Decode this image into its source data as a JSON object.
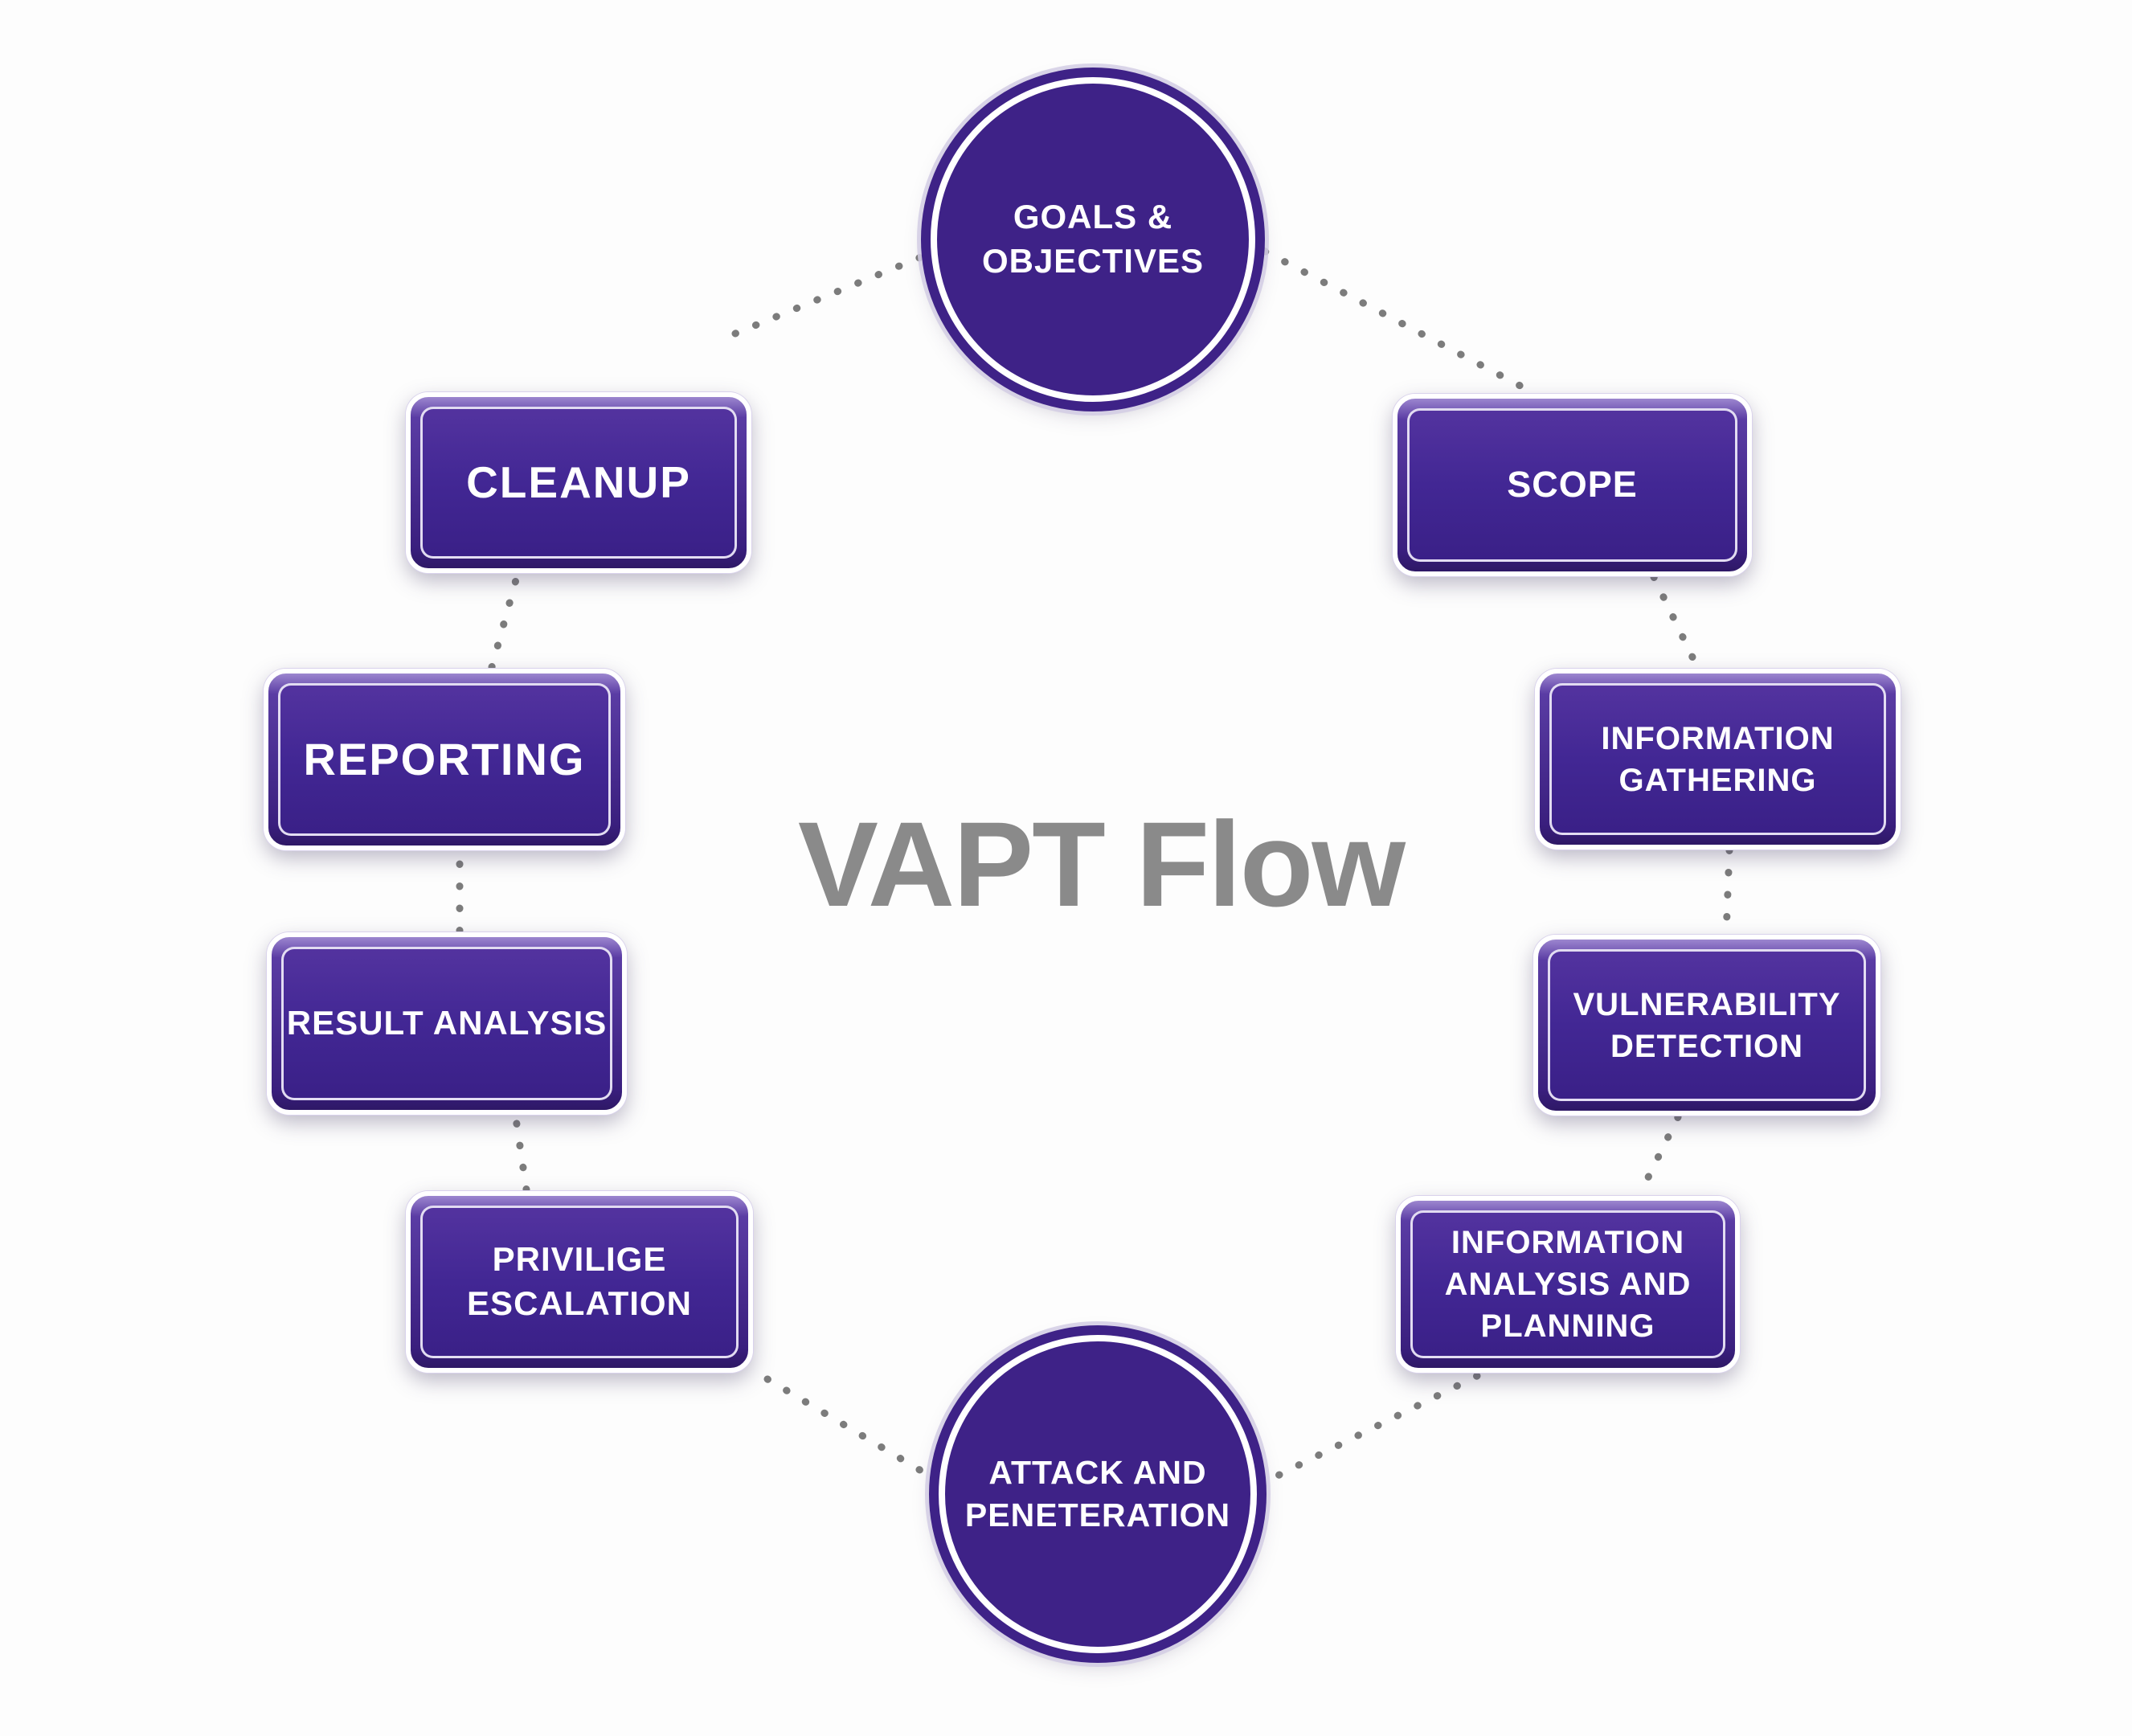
{
  "title": "VAPT Flow",
  "nodes": [
    {
      "id": "goals-objectives",
      "label": "GOALS & OBJECTIVES",
      "shape": "circle"
    },
    {
      "id": "scope",
      "label": "SCOPE",
      "shape": "rect"
    },
    {
      "id": "information-gathering",
      "label": "INFORMATION GATHERING",
      "shape": "rect"
    },
    {
      "id": "vulnerability-detection",
      "label": "VULNERABILITY DETECTION",
      "shape": "rect"
    },
    {
      "id": "information-analysis-and-planning",
      "label": "INFORMATION ANALYSIS AND PLANNING",
      "shape": "rect"
    },
    {
      "id": "attack-and-peneteration",
      "label": "ATTACK AND PENETERATION",
      "shape": "circle"
    },
    {
      "id": "privilige-escalation",
      "label": "PRIVILIGE ESCALATION",
      "shape": "rect"
    },
    {
      "id": "result-analysis",
      "label": "RESULT ANALYSIS",
      "shape": "rect"
    },
    {
      "id": "reporting",
      "label": "REPORTING",
      "shape": "rect"
    },
    {
      "id": "cleanup",
      "label": "CLEANUP",
      "shape": "rect"
    }
  ],
  "flow_order": [
    "GOALS & OBJECTIVES",
    "SCOPE",
    "INFORMATION GATHERING",
    "VULNERABILITY DETECTION",
    "INFORMATION ANALYSIS AND PLANNING",
    "ATTACK AND PENETERATION",
    "PRIVILIGE ESCALATION",
    "RESULT ANALYSIS",
    "REPORTING",
    "CLEANUP"
  ],
  "colors": {
    "node_purple": "#3E2287",
    "node_purple_dark": "#2E1866",
    "node_bevel_light": "#9C86CF",
    "node_outline_white": "#FFFFFF",
    "label_text": "#FFFFFF",
    "title_gray": "#8A8A8A",
    "connector_gray": "#6F6F6F",
    "background": "#FFFFFF"
  }
}
